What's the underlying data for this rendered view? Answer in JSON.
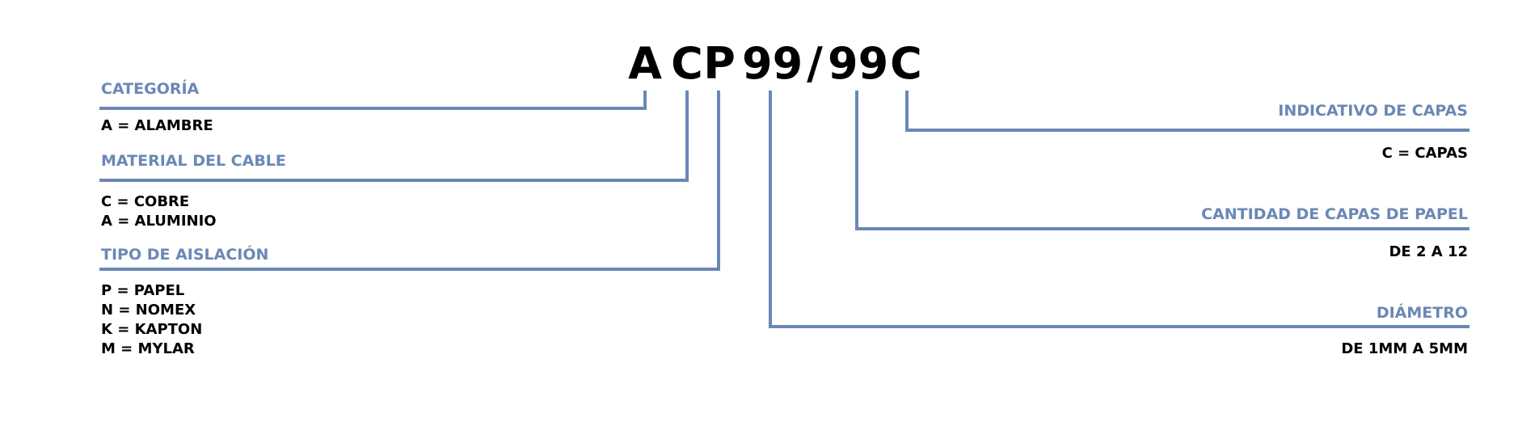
{
  "code": {
    "c1": "A",
    "c2": "C",
    "c3": "P",
    "c4": "99",
    "slash": "/",
    "c5": "99",
    "c6": "C"
  },
  "left_sections": [
    {
      "heading": "CATEGORÍA",
      "values": [
        "A = ALAMBRE"
      ]
    },
    {
      "heading": "MATERIAL DEL CABLE",
      "values": [
        "C = COBRE",
        "A = ALUMINIO"
      ]
    },
    {
      "heading": "TIPO DE AISLACIÓN",
      "values": [
        "P = PAPEL",
        "N = NOMEX",
        "K = KAPTON",
        "M = MYLAR"
      ]
    }
  ],
  "right_sections": [
    {
      "heading": "INDICATIVO DE CAPAS",
      "values": [
        "C = CAPAS"
      ]
    },
    {
      "heading": "CANTIDAD DE CAPAS DE PAPEL",
      "values": [
        "DE 2 A 12"
      ]
    },
    {
      "heading": "DIÁMETRO",
      "values": [
        "DE 1MM A 5MM"
      ]
    }
  ],
  "colors": {
    "accent": "#6a88b6",
    "text": "#000000"
  }
}
